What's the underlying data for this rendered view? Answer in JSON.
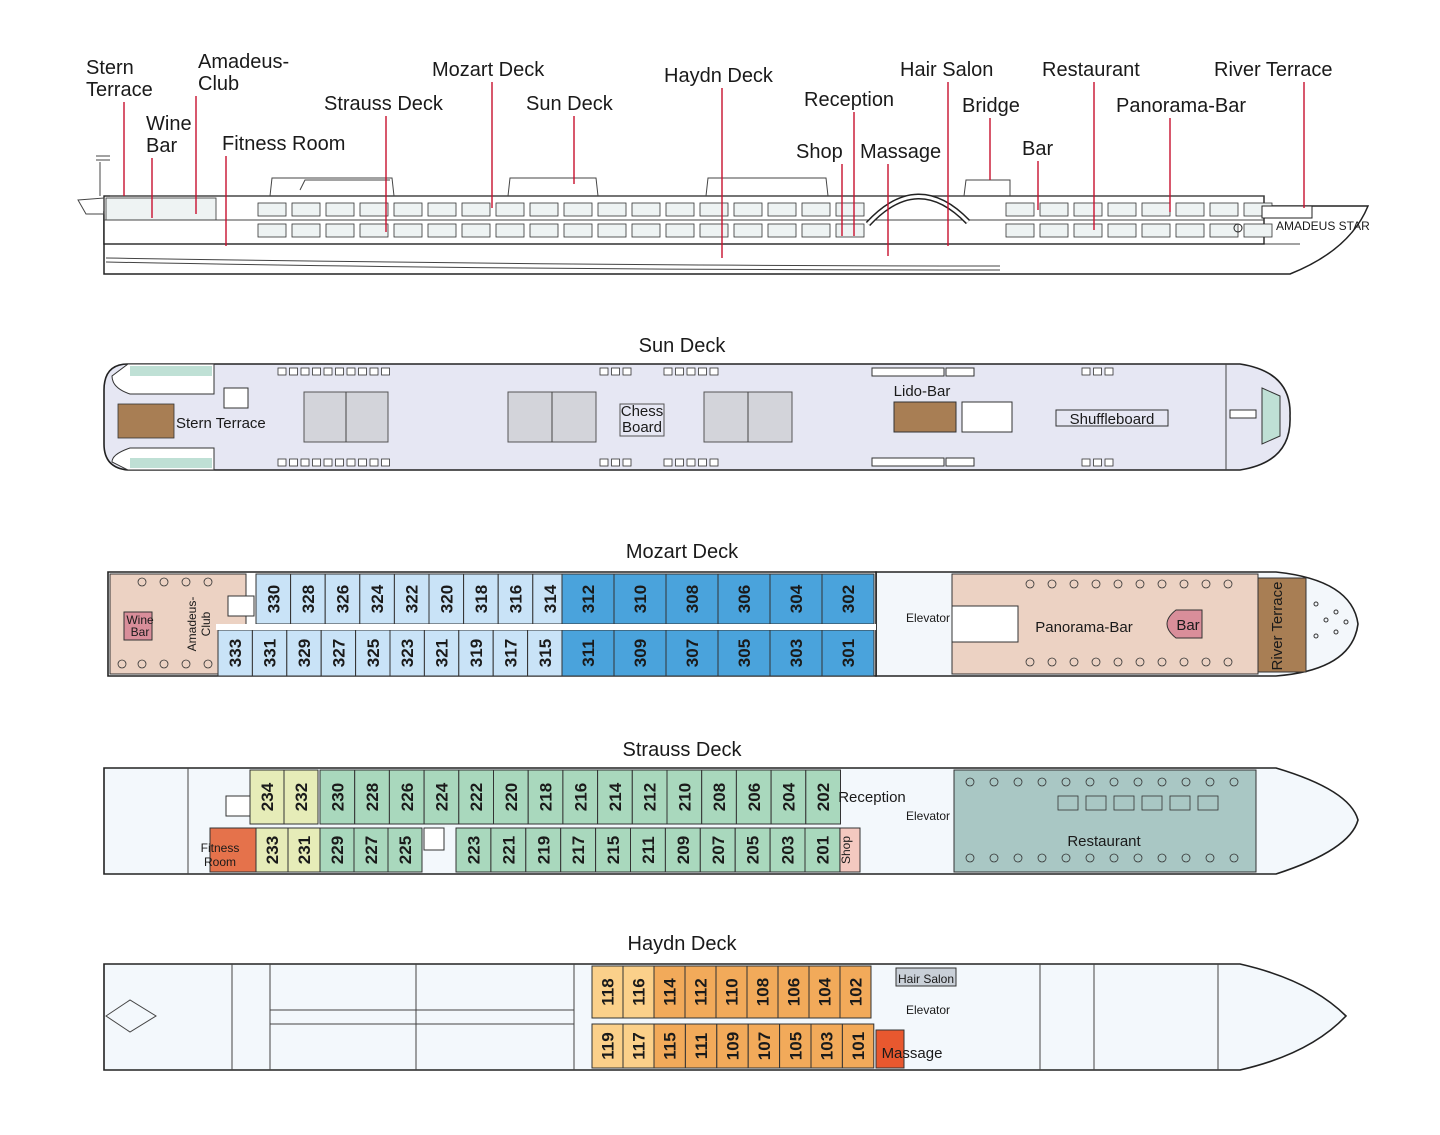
{
  "profile": {
    "labels": [
      {
        "id": "stern-terrace",
        "text": [
          "Stern",
          "Terrace"
        ]
      },
      {
        "id": "wine-bar",
        "text": [
          "Wine",
          "Bar"
        ]
      },
      {
        "id": "amadeus-club",
        "text": [
          "Amadeus-",
          "Club"
        ]
      },
      {
        "id": "fitness-room",
        "text": [
          "Fitness Room"
        ]
      },
      {
        "id": "strauss-deck",
        "text": [
          "Strauss Deck"
        ]
      },
      {
        "id": "mozart-deck",
        "text": [
          "Mozart Deck"
        ]
      },
      {
        "id": "sun-deck",
        "text": [
          "Sun Deck"
        ]
      },
      {
        "id": "haydn-deck",
        "text": [
          "Haydn Deck"
        ]
      },
      {
        "id": "shop",
        "text": [
          "Shop"
        ]
      },
      {
        "id": "reception",
        "text": [
          "Reception"
        ]
      },
      {
        "id": "massage",
        "text": [
          "Massage"
        ]
      },
      {
        "id": "hair-salon",
        "text": [
          "Hair Salon"
        ]
      },
      {
        "id": "bridge",
        "text": [
          "Bridge"
        ]
      },
      {
        "id": "bar",
        "text": [
          "Bar"
        ]
      },
      {
        "id": "restaurant",
        "text": [
          "Restaurant"
        ]
      },
      {
        "id": "panorama-bar",
        "text": [
          "Panorama-Bar"
        ]
      },
      {
        "id": "river-terrace",
        "text": [
          "River Terrace"
        ]
      }
    ],
    "ship_name": "AMADEUS STAR"
  },
  "sun_deck": {
    "title": "Sun Deck",
    "stern_terrace": "Stern Terrace",
    "chess": [
      "Chess",
      "Board"
    ],
    "lido_bar": "Lido-Bar",
    "shuffleboard": "Shuffleboard"
  },
  "mozart_deck": {
    "title": "Mozart Deck",
    "wine_bar": [
      "Wine",
      "Bar"
    ],
    "amadeus_club": [
      "Amadeus-",
      "Club"
    ],
    "elevator": "Elevator",
    "panorama_bar": "Panorama-Bar",
    "bar": "Bar",
    "river_terrace": "River Terrace",
    "top_light": [
      "330",
      "328",
      "326",
      "324",
      "322",
      "320",
      "318",
      "316",
      "314"
    ],
    "top_dark": [
      "312",
      "310",
      "308",
      "306",
      "304",
      "302"
    ],
    "bottom_light": [
      "333",
      "331",
      "329",
      "327",
      "325",
      "323",
      "321",
      "319",
      "317",
      "315"
    ],
    "bottom_dark": [
      "311",
      "309",
      "307",
      "305",
      "303",
      "301"
    ],
    "colors": {
      "light": "#c9e3f7",
      "dark": "#4aa3dc",
      "lounge": "#ecd2c3"
    }
  },
  "strauss_deck": {
    "title": "Strauss Deck",
    "fitness": [
      "Fitness",
      "Room"
    ],
    "reception": "Reception",
    "elevator": "Elevator",
    "shop": "Shop",
    "restaurant": "Restaurant",
    "top_yellow": [
      "234",
      "232"
    ],
    "top_green": [
      "230",
      "228",
      "226",
      "224",
      "222",
      "220",
      "218",
      "216",
      "214",
      "212",
      "210",
      "208",
      "206",
      "204",
      "202"
    ],
    "bottom_yellow": [
      "233",
      "231"
    ],
    "bottom_green_a": [
      "229",
      "227",
      "225"
    ],
    "bottom_green_b": [
      "223",
      "221",
      "219",
      "217",
      "215",
      "211",
      "209",
      "207",
      "205",
      "203",
      "201"
    ],
    "colors": {
      "yellow": "#e6ecb8",
      "green": "#a9d8bd",
      "fitness": "#e5724b",
      "restaurant": "#a9c7c4",
      "shop": "#f4c9c0"
    }
  },
  "haydn_deck": {
    "title": "Haydn Deck",
    "hair_salon": "Hair Salon",
    "elevator": "Elevator",
    "massage": "Massage",
    "top_yellow": [
      "118",
      "116"
    ],
    "top_orange": [
      "114",
      "112",
      "110",
      "108",
      "106",
      "104",
      "102"
    ],
    "bottom_yellow": [
      "119",
      "117"
    ],
    "bottom_orange": [
      "115",
      "111",
      "109",
      "107",
      "105",
      "103",
      "101"
    ],
    "colors": {
      "yellow": "#fbd08a",
      "orange": "#f2aa5a",
      "massage": "#e8582f"
    }
  }
}
